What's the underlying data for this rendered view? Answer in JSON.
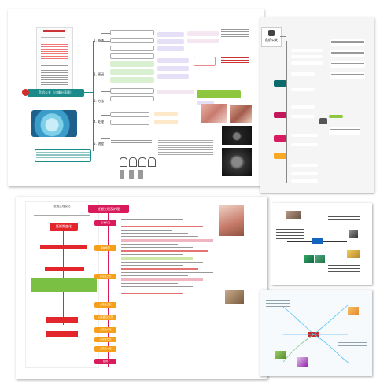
{
  "panel_tl": {
    "root_label": "危机公关（小嗨分享版）",
    "intro_left": "公关概述",
    "branches": [
      "1. 概述",
      "2. 原因",
      "3. 方法",
      "4. 处理",
      "5. 流程"
    ]
  },
  "panel_tr": {
    "title": "危机公关"
  },
  "panel_bl": {
    "root_label": "妊娠生理及护理",
    "left_header": "妊娠生理变化",
    "left_title": "妊娠期变化",
    "branches": [
      "基本情况",
      "孕前检查",
      "入院第二天",
      "入院第三天",
      "入院第四/五天",
      "入院第六天",
      "入院第七天",
      "入院第八天",
      "结局"
    ]
  },
  "colors": {
    "tl_root": "#1a8a8a",
    "green_node": "#8dc63f",
    "bl_root": "#d91b5c",
    "bl_left": "#e3262c",
    "bl_green": "#7ac143",
    "bl_orange": "#f6a01a"
  }
}
